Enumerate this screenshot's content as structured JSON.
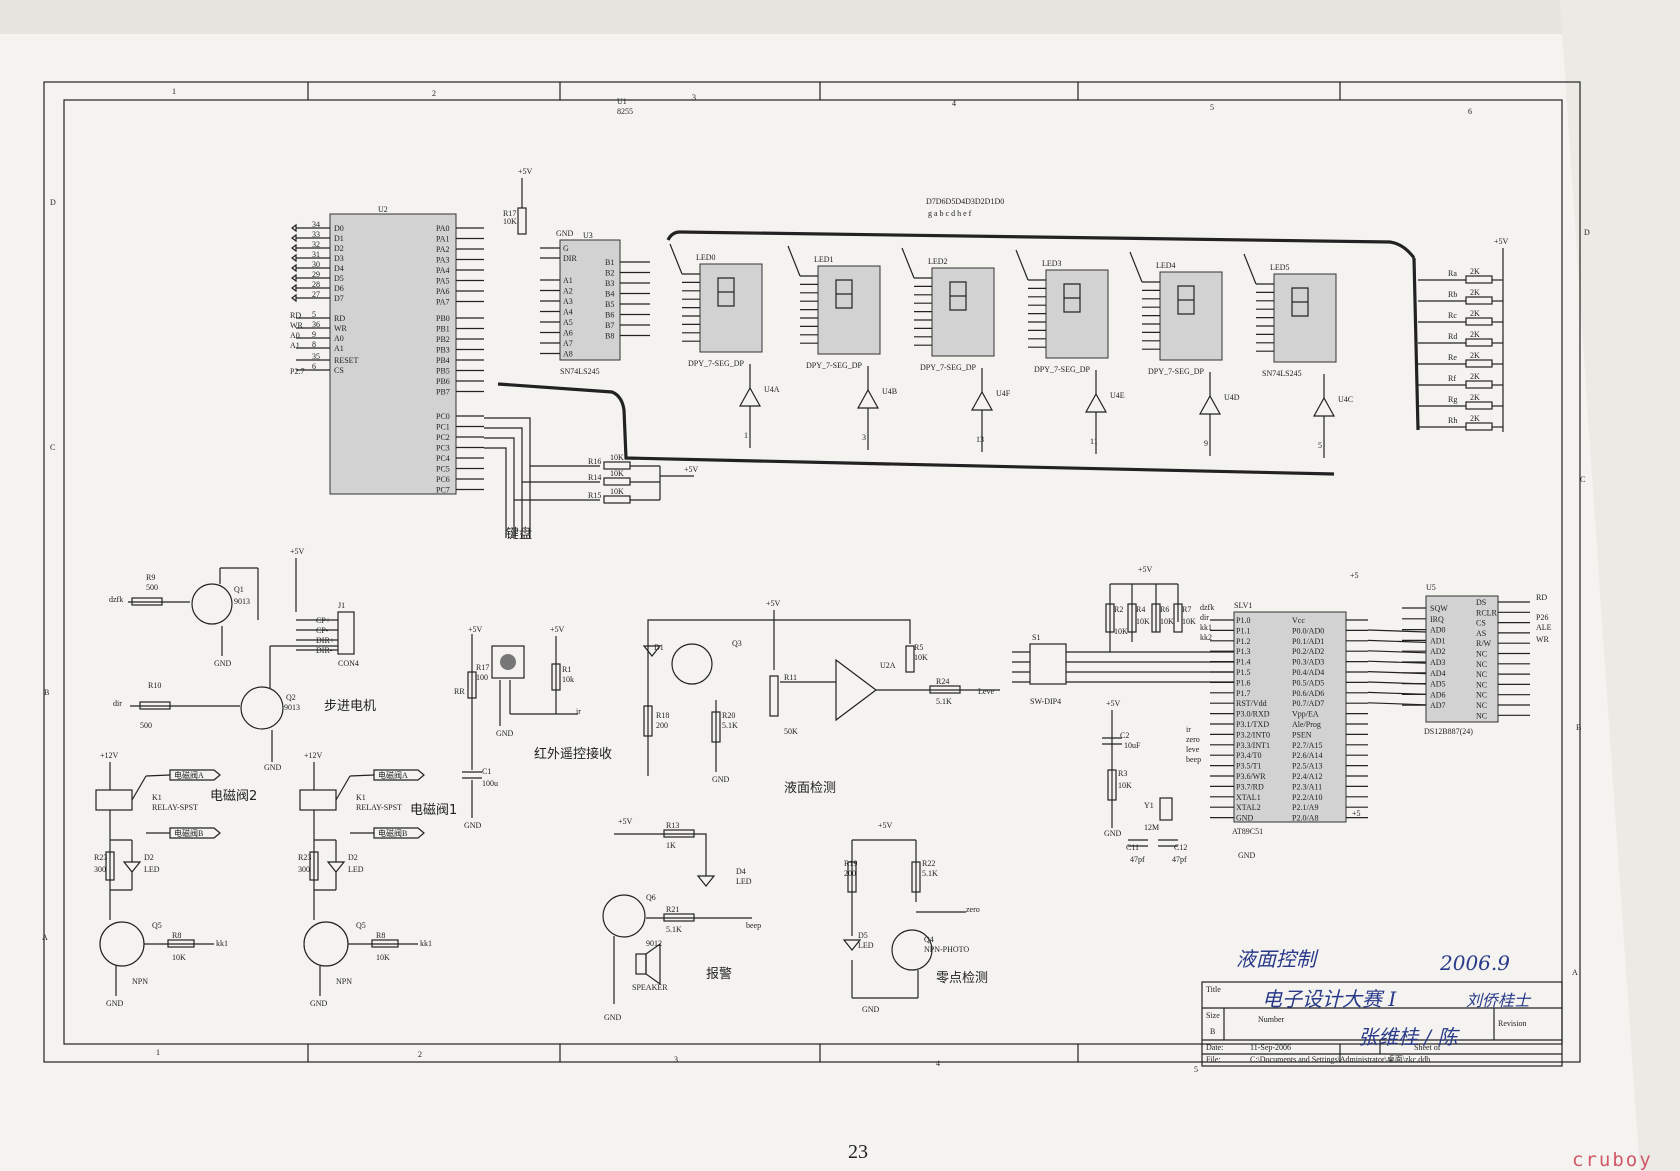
{
  "sheet": {
    "col_markers": [
      "1",
      "2",
      "3",
      "4",
      "5",
      "6"
    ],
    "row_markers": [
      "D",
      "C",
      "B",
      "A"
    ],
    "page_number": "23",
    "watermark": "cruboy"
  },
  "blocks": {
    "u1_label": "U1",
    "u1_part": "8255",
    "u2_label": "U2",
    "u3_label": "U3",
    "u3_part": "SN74LS245",
    "seg_header": "D7D6D5D4D3D2D1D0",
    "seg_letters": "g a b c d h e f",
    "keyboard": "键盘",
    "stepper": "步进电机",
    "solenoid2": "电磁阀2",
    "solenoid1": "电磁阀1",
    "ir_receiver": "红外遥控接收",
    "level_detect": "液面检测",
    "alarm": "报警",
    "zero_detect": "零点检测",
    "j1_label": "J1",
    "j1_part": "CON4",
    "slv1_label": "SLV1",
    "slv1_part": "AT89C51",
    "u5_label": "U5",
    "u5_part": "DS12B887(24)",
    "s1_label": "S1",
    "s1_part": "SW-DIP4"
  },
  "u2_pins": {
    "left": [
      "D0",
      "D1",
      "D2",
      "D3",
      "D4",
      "D5",
      "D6",
      "D7",
      "RD",
      "WR",
      "A0",
      "A1",
      "RESET",
      "CS"
    ],
    "left_nums": [
      "34",
      "33",
      "32",
      "31",
      "30",
      "29",
      "28",
      "27",
      "5",
      "36",
      "9",
      "8",
      "35",
      "6"
    ],
    "right_a": [
      "PA0",
      "PA1",
      "PA2",
      "PA3",
      "PA4",
      "PA5",
      "PA6",
      "PA7"
    ],
    "right_b": [
      "PB0",
      "PB1",
      "PB2",
      "PB3",
      "PB4",
      "PB5",
      "PB6",
      "PB7"
    ],
    "right_c": [
      "PC0",
      "PC1",
      "PC2",
      "PC3",
      "PC4",
      "PC5",
      "PC6",
      "PC7"
    ],
    "ext_labels": [
      "RD",
      "WR",
      "A0",
      "A1",
      "P2.7"
    ]
  },
  "u3_pins": {
    "left": [
      "G",
      "DIR",
      "A1",
      "A2",
      "A3",
      "A4",
      "A5",
      "A6",
      "A7",
      "A8"
    ],
    "right": [
      "B1",
      "B2",
      "B3",
      "B4",
      "B5",
      "B6",
      "B7",
      "B8"
    ]
  },
  "displays": [
    {
      "name": "LED0",
      "part": "DPY_7-SEG_DP",
      "buf": "U4A",
      "pin": "1"
    },
    {
      "name": "LED1",
      "part": "DPY_7-SEG_DP",
      "buf": "U4B",
      "pin": "3"
    },
    {
      "name": "LED2",
      "part": "DPY_7-SEG_DP",
      "buf": "U4F",
      "pin": "13"
    },
    {
      "name": "LED3",
      "part": "DPY_7-SEG_DP",
      "buf": "U4E",
      "pin": "11"
    },
    {
      "name": "LED4",
      "part": "DPY_7-SEG_DP",
      "buf": "U4D",
      "pin": "9"
    },
    {
      "name": "LED5",
      "part": "SN74LS245",
      "buf": "U4C",
      "pin": "5"
    }
  ],
  "pullups": {
    "names": [
      "Ra",
      "Rb",
      "Rc",
      "Rd",
      "Re",
      "Rf",
      "Rg",
      "Rh"
    ],
    "value": "2K",
    "supply": "+5V"
  },
  "resistors_kb": [
    {
      "name": "R16",
      "value": "10K"
    },
    {
      "name": "R14",
      "value": "10K"
    },
    {
      "name": "R15",
      "value": "10K"
    }
  ],
  "r17": {
    "name": "R17",
    "value": "10K"
  },
  "slv1_pins": {
    "left": [
      "P1.0",
      "P1.1",
      "P1.2",
      "P1.3",
      "P1.4",
      "P1.5",
      "P1.6",
      "P1.7",
      "RST/Vdd",
      "P3.0/RXD",
      "P3.1/TXD",
      "P3.2/INT0",
      "P3.3/INT1",
      "P3.4/T0",
      "P3.5/T1",
      "P3.6/WR",
      "P3.7/RD",
      "XTAL1",
      "XTAL2",
      "GND"
    ],
    "right": [
      "Vcc",
      "P0.0/AD0",
      "P0.1/AD1",
      "P0.2/AD2",
      "P0.3/AD3",
      "P0.4/AD4",
      "P0.5/AD5",
      "P0.6/AD6",
      "P0.7/AD7",
      "Vpp/EA",
      "Ale/Prog",
      "PSEN",
      "P2.7/A15",
      "P2.6/A14",
      "P2.5/A13",
      "P2.4/A12",
      "P2.3/A11",
      "P2.2/A10",
      "P2.1/A9",
      "P2.0/A8"
    ],
    "in_labels": [
      "dzfk",
      "dir",
      "kk1",
      "kk2",
      "ir",
      "zero",
      "leve",
      "beep"
    ]
  },
  "u5_pins": {
    "left": [
      "SQW",
      "IRQ",
      "AD0",
      "AD1",
      "AD2",
      "AD3",
      "AD4",
      "AD5",
      "AD6",
      "AD7"
    ],
    "right": [
      "DS",
      "RCLR",
      "CS",
      "AS",
      "R/W",
      "NC",
      "NC",
      "NC",
      "NC",
      "NC",
      "NC",
      "NC"
    ],
    "ext": [
      "RD",
      "P26",
      "ALE",
      "WR"
    ]
  },
  "parts": {
    "r9": "R9",
    "r9v": "500",
    "q1": "Q1",
    "q1v": "9013",
    "r10": "R10",
    "r10v": "500",
    "q2": "Q2",
    "q2v": "9013",
    "j1pins": [
      "CP+",
      "CP-",
      "DIR+",
      "DIR-"
    ],
    "sig_dzfk": "dzfk",
    "sig_dir": "dir",
    "sig_kk1": "kk1",
    "sig_ir": "ir",
    "sig_leve": "Leve",
    "sig_beep": "beep",
    "sig_zero": "zero",
    "k1": "K1",
    "relay": "RELAY-SPST",
    "r23": "R23",
    "r23v": "300",
    "d2": "D2",
    "led": "LED",
    "q5": "Q5",
    "npn": "NPN",
    "r8": "R8",
    "r8v": "10K",
    "p12": "+12V",
    "p5": "+5V",
    "gnd": "GND",
    "port_a": "电磁阀A",
    "port_b": "电磁阀B",
    "rr": "RR",
    "r17b": "R17",
    "r17bv": "100",
    "r1": "R1",
    "r1v": "10k",
    "c1": "C1",
    "c1v": "100u",
    "d1": "D1",
    "q3": "Q3",
    "r18": "R18",
    "r18v": "200",
    "r20": "R20",
    "r20v": "5.1K",
    "r11": "R11",
    "r11v": "50K",
    "u2a": "U2A",
    "r5": "R5",
    "r5v": "10K",
    "r24": "R24",
    "r24v": "5.1K",
    "r13": "R13",
    "r13v": "1K",
    "d4": "D4",
    "q6": "Q6",
    "q6v": "9012",
    "r21": "R21",
    "r21v": "5.1K",
    "speaker": "SPEAKER",
    "r19": "R19",
    "r19v": "200",
    "r22": "R22",
    "r22v": "5.1K",
    "d5": "D5",
    "q4": "Q4",
    "q4v": "NPN-PHOTO",
    "r2": "R2",
    "r4": "R4",
    "r6": "R6",
    "r7": "R7",
    "r10k": "10K",
    "c2": "C2",
    "c2v": "10uF",
    "r3": "R3",
    "r3v": "10K",
    "y1": "Y1",
    "y1v": "12M",
    "c11": "C11",
    "c12": "C12",
    "c47": "47pf",
    "p5b": "+5"
  },
  "title_block": {
    "title_label": "Title",
    "size_label": "Size",
    "size_value": "B",
    "number_label": "Number",
    "revision_label": "Revision",
    "date_label": "Date:",
    "date_value": "11-Sep-2006",
    "sheet_label": "Sheet of",
    "file_label": "File:",
    "file_value": "C:\\Documents and Settings\\Administrator\\桌面\\zkc.ddb",
    "hw_title": "液面控制",
    "hw_date": "2006.9",
    "hw_contest": "电子设计大赛 I",
    "hw_org": "刘侨桂士",
    "hw_name": "张维桂 / 陈"
  }
}
